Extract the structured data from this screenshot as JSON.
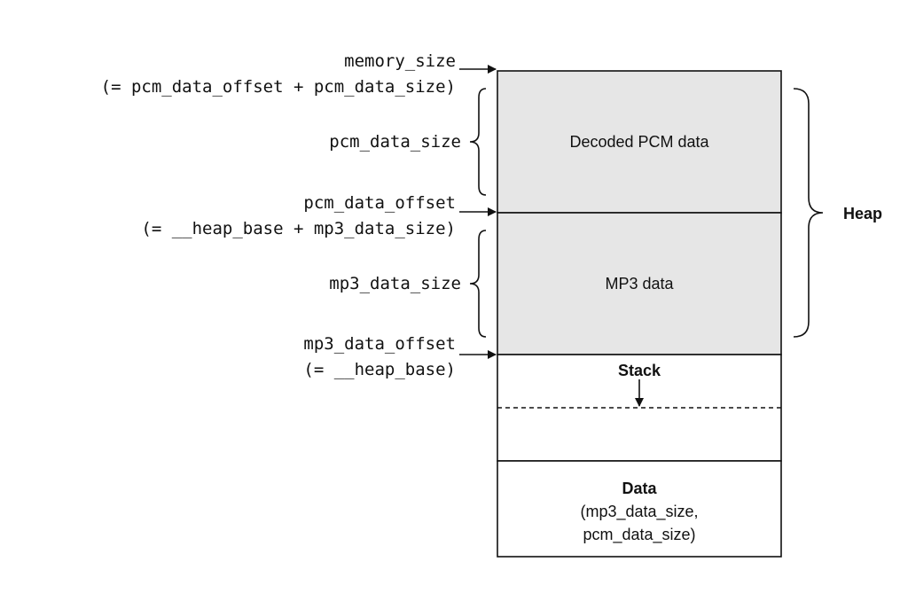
{
  "colors": {
    "shaded_fill": "#e6e6e6",
    "plain_fill": "#ffffff",
    "stroke": "#111111"
  },
  "labels": {
    "memory_size": "memory_size",
    "memory_size_eq": "(= pcm_data_offset + pcm_data_size)",
    "pcm_data_size": "pcm_data_size",
    "pcm_data_offset": "pcm_data_offset",
    "pcm_data_offset_eq": "(= __heap_base + mp3_data_size)",
    "mp3_data_size": "mp3_data_size",
    "mp3_data_offset": "mp3_data_offset",
    "mp3_data_offset_eq": "(= __heap_base)"
  },
  "blocks": {
    "pcm": "Decoded PCM data",
    "mp3": "MP3 data",
    "stack": "Stack",
    "data_title": "Data",
    "data_line1": "(mp3_data_size,",
    "data_line2": "pcm_data_size)"
  },
  "heap_label": "Heap"
}
